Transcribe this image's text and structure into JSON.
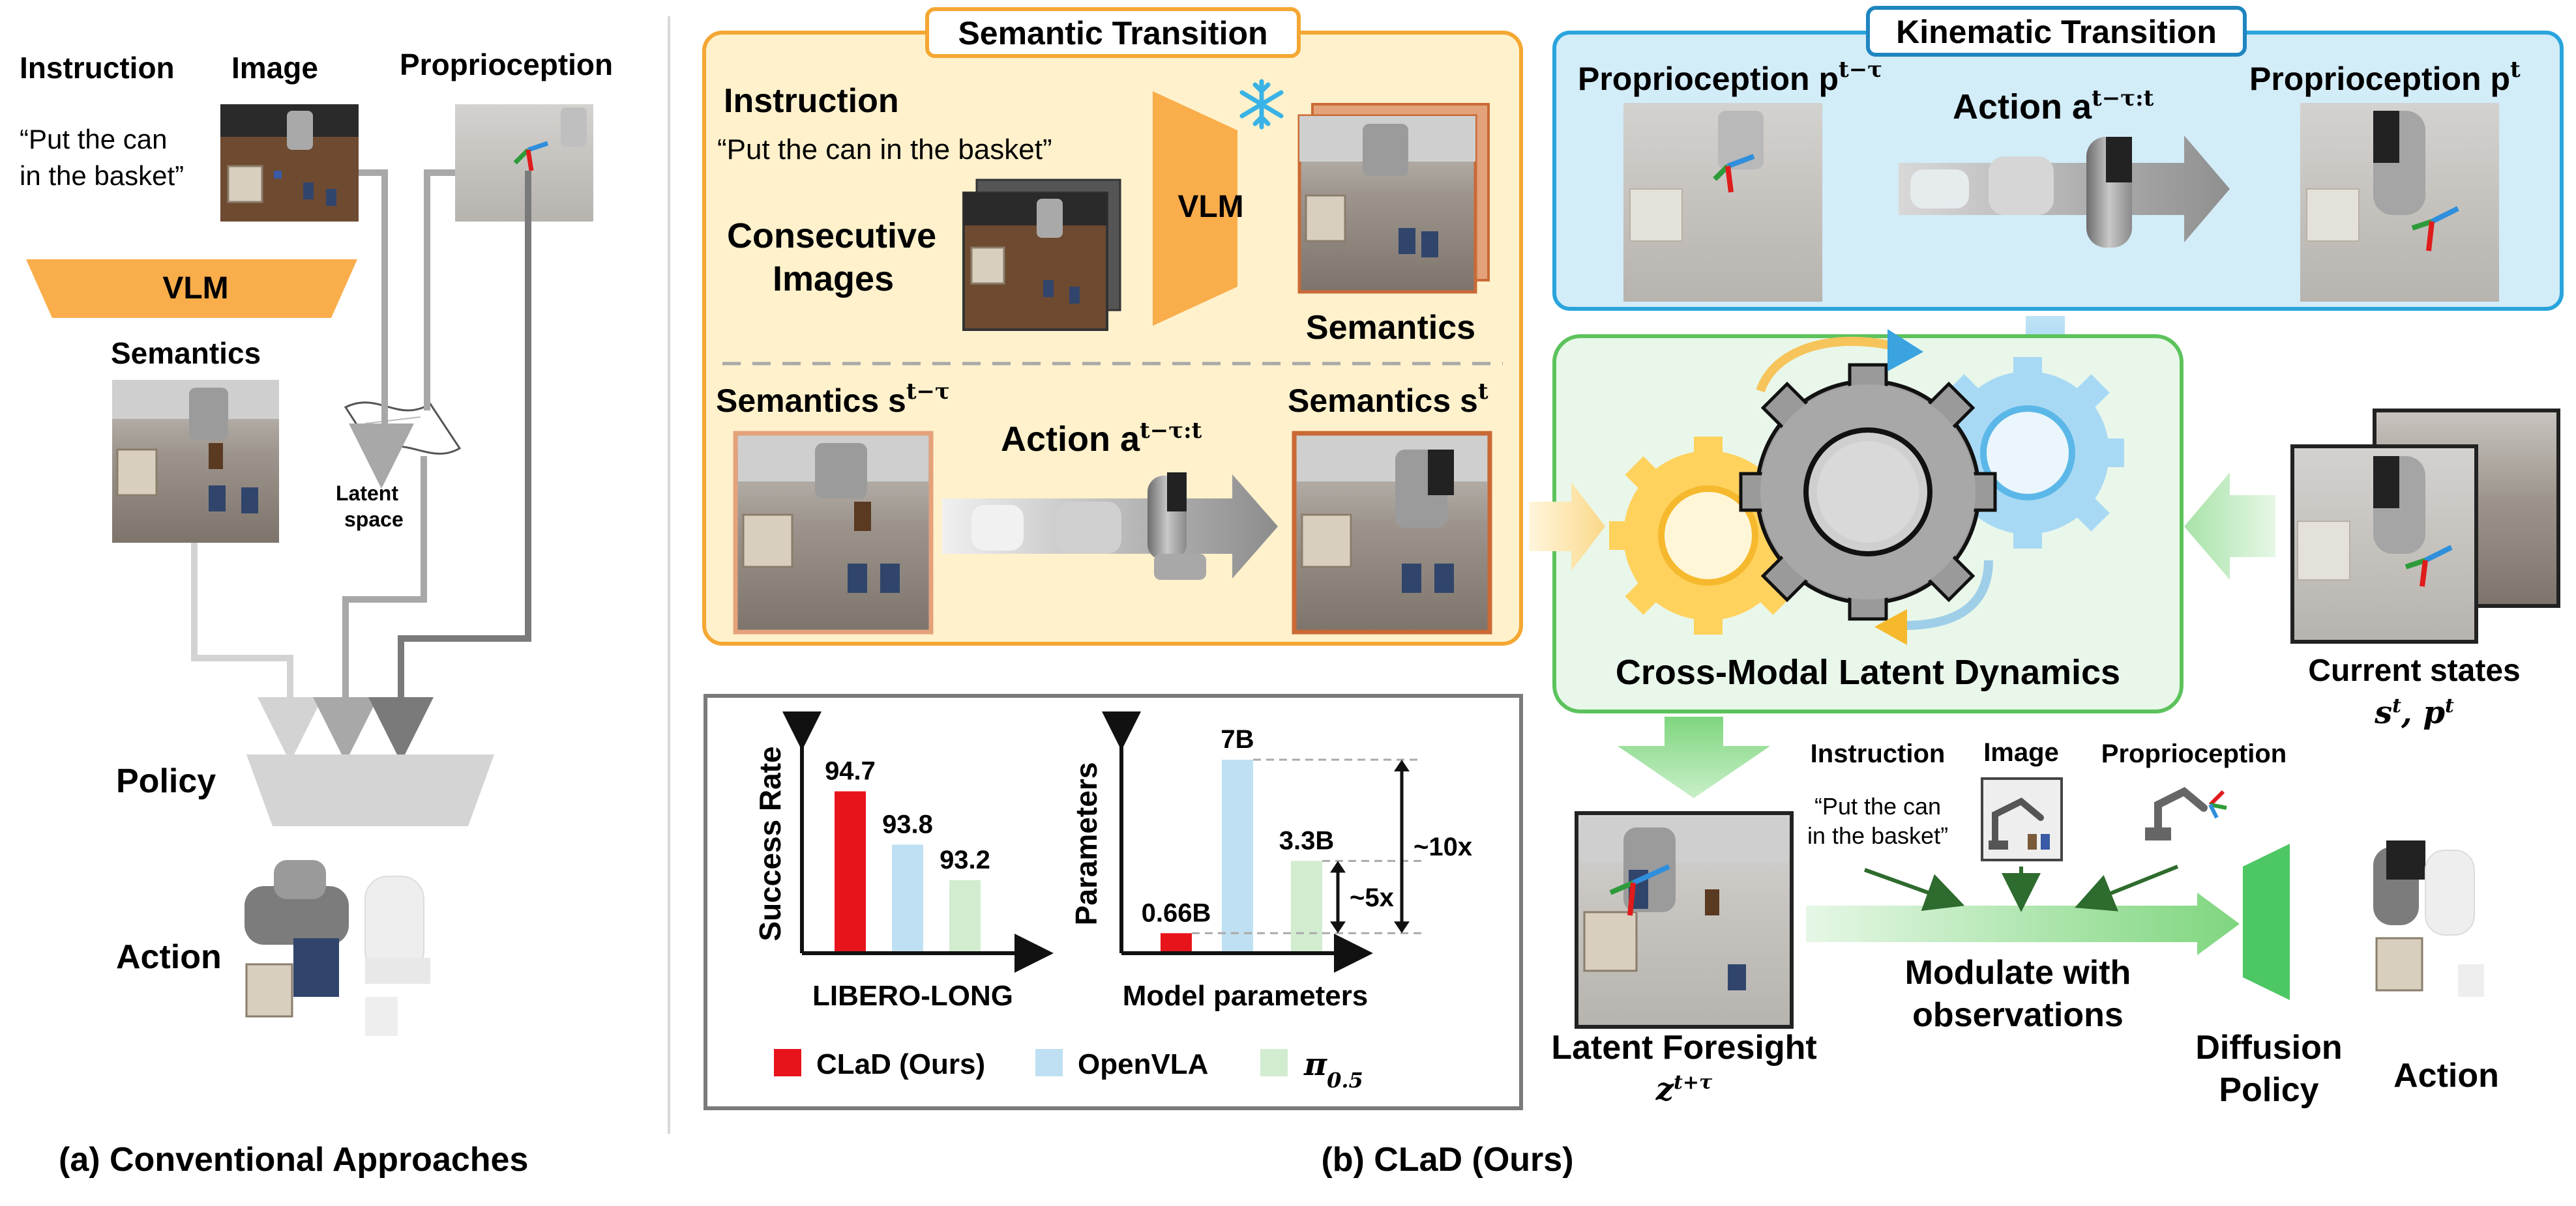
{
  "panel_a": {
    "instruction_label": "Instruction",
    "image_label": "Image",
    "proprioception_label": "Proprioception",
    "instruction_text_1": "“Put the can",
    "instruction_text_2": "in the basket”",
    "vlm_label": "VLM",
    "semantics_label": "Semantics",
    "latent_label_1": "Latent",
    "latent_label_2": "space",
    "policy_label": "Policy",
    "action_label": "Action",
    "caption": "(a) Conventional Approaches"
  },
  "semantic_transition": {
    "title": "Semantic Transition",
    "instruction_label": "Instruction",
    "instruction_text": "“Put the can in the basket”",
    "consecutive_1": "Consecutive",
    "consecutive_2": "Images",
    "vlm_label": "VLM",
    "semantics_label": "Semantics",
    "semantics_prev": "Semantics s",
    "semantics_prev_sup": "t−τ",
    "action_label": "Action a",
    "action_sup": "t−τ:t",
    "semantics_cur": "Semantics s",
    "semantics_cur_sup": "t"
  },
  "kinematic_transition": {
    "title": "Kinematic Transition",
    "proprio_prev": "Proprioception p",
    "proprio_prev_sup": "t−τ",
    "action_label": "Action a",
    "action_sup": "t−τ:t",
    "proprio_cur": "Proprioception p",
    "proprio_cur_sup": "t"
  },
  "dynamics": {
    "label": "Cross-Modal Latent Dynamics"
  },
  "current_states": {
    "label": "Current states",
    "vars": "s",
    "vars_sup_1": "t",
    "vars_mid": ", p",
    "vars_sup_2": "t"
  },
  "bottom": {
    "latent_foresight": "Latent Foresight",
    "z": "z",
    "z_sup": "t+τ",
    "instruction_label": "Instruction",
    "instruction_text_1": "“Put the can",
    "instruction_text_2": "in the basket”",
    "image_label": "Image",
    "proprioception_label": "Proprioception",
    "modulate_1": "Modulate with",
    "modulate_2": "observations",
    "diffusion_1": "Diffusion",
    "diffusion_2": "Policy",
    "action_label": "Action",
    "caption": "(b) CLaD (Ours)"
  },
  "chart_data": [
    {
      "type": "bar",
      "ylabel": "Success Rate",
      "xlabel": "LIBERO-LONG",
      "categories": [
        "CLaD (Ours)",
        "OpenVLA",
        "π0.5"
      ],
      "values": [
        94.7,
        93.8,
        93.2
      ],
      "value_labels": [
        "94.7",
        "93.8",
        "93.2"
      ],
      "colors": [
        "#e8141c",
        "#bfe0f2",
        "#d2ecd0"
      ],
      "ylim": [
        92.0,
        95.3
      ]
    },
    {
      "type": "bar",
      "ylabel": "Parameters",
      "xlabel": "Model parameters",
      "categories": [
        "CLaD (Ours)",
        "OpenVLA",
        "π0.5"
      ],
      "values": [
        0.66,
        7.0,
        3.3
      ],
      "value_labels": [
        "0.66B",
        "7B",
        "3.3B"
      ],
      "colors": [
        "#e8141c",
        "#bfe0f2",
        "#d2ecd0"
      ],
      "ylim": [
        0,
        7.5
      ],
      "annotations": [
        "~5x",
        "~10x"
      ]
    }
  ],
  "legend": {
    "items": [
      {
        "label": "CLaD (Ours)",
        "color": "#e8141c"
      },
      {
        "label": "OpenVLA",
        "color": "#bfe0f2"
      },
      {
        "label": "π",
        "sub": "0.5",
        "color": "#d2ecd0"
      }
    ]
  }
}
